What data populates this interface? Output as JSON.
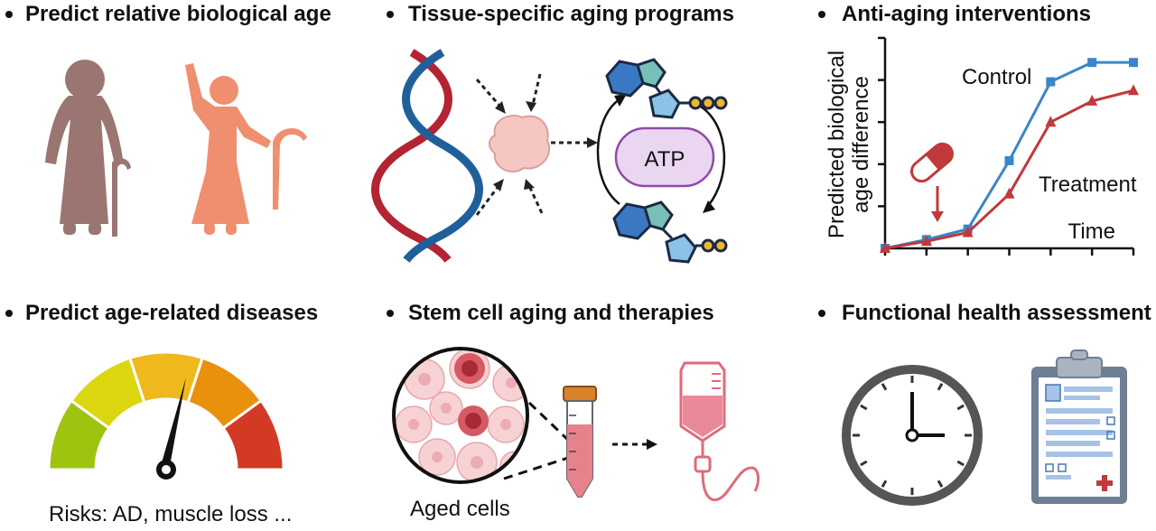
{
  "panels": {
    "bio_age": {
      "heading": "Predict relative biological age"
    },
    "tissue": {
      "heading": "Tissue-specific aging programs",
      "atp_label": "ATP"
    },
    "anti_aging": {
      "heading": "Anti-aging interventions"
    },
    "diseases": {
      "heading": "Predict age-related diseases",
      "caption": "Risks: AD, muscle loss ..."
    },
    "stem_cell": {
      "heading": "Stem cell aging and therapies",
      "caption": "Aged cells"
    },
    "functional": {
      "heading": "Functional health assessment"
    }
  },
  "colors": {
    "elder_dark": "#9b7571",
    "elder_light": "#ef8f70",
    "helix_red": "#b32332",
    "helix_blue": "#20609a",
    "control": "#3a86c8",
    "treatment": "#c0393b",
    "atp_fill": "#ead6f1",
    "atp_stroke": "#8f4aa8"
  },
  "chart_data": {
    "type": "line",
    "title": "",
    "ylabel": "Predicted biological age difference",
    "xlabel": "Time",
    "series": [
      {
        "name": "Control",
        "marker": "square",
        "x": [
          0,
          1,
          2,
          3,
          4,
          5,
          6
        ],
        "values": [
          0,
          0.5,
          1.1,
          5.0,
          9.5,
          10.6,
          10.6
        ]
      },
      {
        "name": "Treatment",
        "marker": "triangle",
        "x": [
          0,
          1,
          2,
          3,
          4,
          5,
          6
        ],
        "values": [
          0,
          0.4,
          0.9,
          3.1,
          7.2,
          8.4,
          9.0
        ]
      }
    ],
    "ylim": [
      0,
      12
    ],
    "xlim": [
      0,
      6
    ]
  }
}
